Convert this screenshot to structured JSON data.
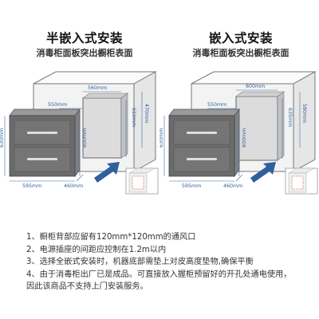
{
  "panels": [
    {
      "title": "半嵌入式安装",
      "subtitle": "消毒柜面板突出橱柜表面",
      "dims": {
        "cabinet_top_width": "560mm",
        "cabinet_side": "470mm",
        "cutout_width": "550mm",
        "cutout_height": "610mm",
        "unit_height": "630mm",
        "unit_depth": "600mm",
        "unit_width": "595mm",
        "unit_side_depth": "460mm"
      }
    },
    {
      "title": "嵌入式安装",
      "subtitle": "消毒柜面板突出橱柜表面",
      "dims": {
        "cabinet_top_width": "600mm",
        "cabinet_side": "580mm",
        "cutout_width": "550mm",
        "cutout_height": "635mm",
        "unit_height": "630mm",
        "unit_depth": "600mm",
        "unit_width": "595mm",
        "unit_side_depth": "460mm"
      }
    }
  ],
  "notes": [
    "1、橱柜背部应留有120mm*120mm的通风口",
    "2、电源插座的间距应控制在1.2m以内",
    "3、选择全嵌式安装时，机器底部需垫上对皮高度垫物,确保平衡",
    "4、由于消毒柜出厂已是成品。可直接放入握柜预留好的开孔处通电使用，",
    "因此该商品不支持上门安装服务。"
  ],
  "colors": {
    "cabinet": "#f6f6f6",
    "cabinet_stroke": "#777777",
    "unit_front": "#6a6a6a",
    "unit_side": "#8a8a8a",
    "arrow": "#2f5f9c",
    "dim_line": "#3f6fae"
  }
}
